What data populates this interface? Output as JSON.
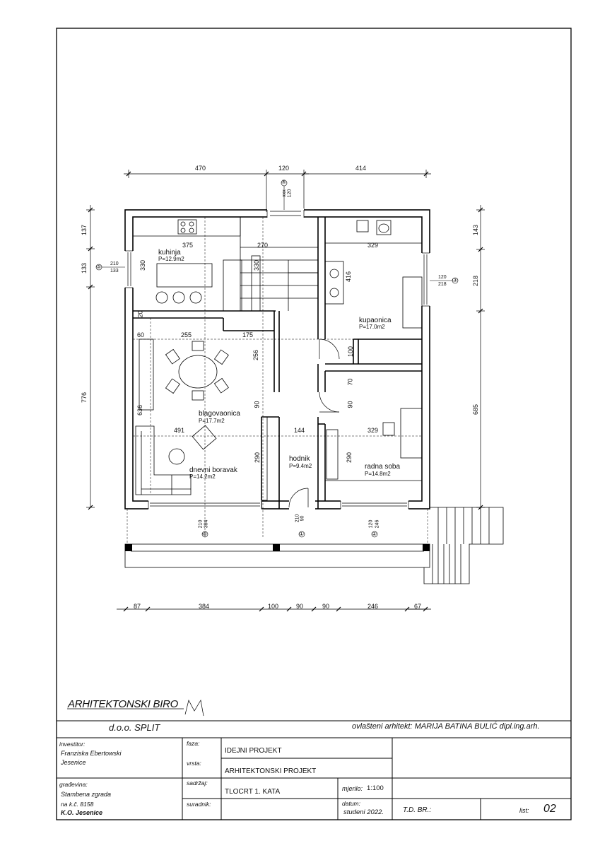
{
  "plan": {
    "rooms": [
      {
        "name": "kuhinja",
        "area": "P=12.9m2"
      },
      {
        "name": "kupaonica",
        "area": "P=17.0m2"
      },
      {
        "name": "blagovaonica",
        "area": "P=17.7m2"
      },
      {
        "name": "dnevni boravak",
        "area": "P=14.2m2"
      },
      {
        "name": "hodnik",
        "area": "P=9.4m2"
      },
      {
        "name": "radna soba",
        "area": "P=14.8m2"
      }
    ],
    "dims_top": [
      "470",
      "120",
      "414"
    ],
    "dims_bottom": [
      "87",
      "384",
      "100",
      "90",
      "90",
      "246",
      "67"
    ],
    "dims_left": [
      "137",
      "133",
      "776"
    ],
    "dims_right": [
      "143",
      "218",
      "685"
    ],
    "dims_inner": {
      "kitchen_w": "375",
      "stair_w": "270",
      "bath_w": "329",
      "kitchen_h": "330",
      "stair_h": "330",
      "bath_h": "416",
      "d60": "60",
      "d255": "255",
      "d175": "175",
      "d256": "256",
      "d20": "20",
      "d100": "100",
      "d70": "70",
      "d90a": "90",
      "d90b": "90",
      "d636": "636",
      "d491": "491",
      "d144": "144",
      "d329b": "329",
      "d290a": "290",
      "d290b": "290"
    },
    "openings": {
      "top": {
        "n": "④",
        "w": "120",
        "h": "xxx"
      },
      "left": {
        "n": "⑤",
        "top": "210",
        "bot": "133"
      },
      "right": {
        "n": "③",
        "top": "120",
        "bot": "218"
      },
      "b6": {
        "n": "⑥",
        "a": "210",
        "b": "384"
      },
      "b1": {
        "n": "①",
        "a": "210",
        "b": "90"
      },
      "b2": {
        "n": "②",
        "a": "120",
        "b": "246"
      }
    }
  },
  "title_block": {
    "firm_name": "ARHITEKTONSKI BIRO",
    "firm_logo": "M",
    "firm_sub": "d.o.o. SPLIT",
    "architect": "ovlašteni arhitekt: MARIJA BATINA BULIĆ dipl.ing.arh.",
    "investitor_label": "investitor:",
    "investitor_lines": [
      "Franziska Ebertowski",
      "Jesenice"
    ],
    "gradevina_label": "građevina:",
    "gradevina_lines": [
      "Stambena zgrada",
      "na k.č. 8158"
    ],
    "ko": "K.O. Jesenice",
    "faza_label": "faza:",
    "faza": "IDEJNI PROJEKT",
    "vrsta_label": "vrsta:",
    "vrsta": "ARHITEKTONSKI PROJEKT",
    "sadrzaj_label": "sadržaj:",
    "sadrzaj": "TLOCRT 1. KATA",
    "mjerilo_label": "mjerilo:",
    "mjerilo": "1:100",
    "suradnik_label": "suradnik:",
    "datum_label": "datum:",
    "datum": "studeni  2022.",
    "td_label": "T.D. BR.:",
    "list_label": "list:",
    "list": "02"
  }
}
